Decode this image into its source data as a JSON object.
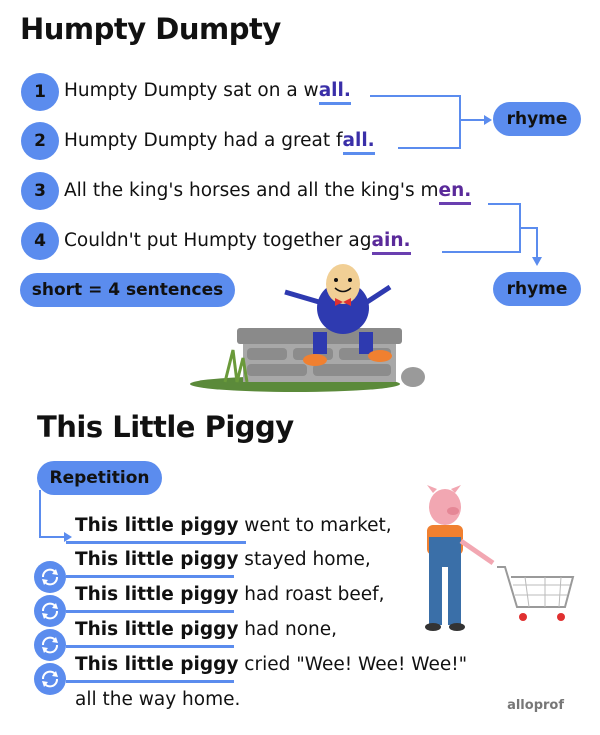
{
  "section1": {
    "title": "Humpty Dumpty",
    "lines": [
      {
        "num": "1",
        "pre": "Humpty Dumpty sat on a w",
        "rhyme": "all."
      },
      {
        "num": "2",
        "pre": "Humpty Dumpty had a great f",
        "rhyme": "all."
      },
      {
        "num": "3",
        "pre": "All the king's horses and all the king's m",
        "rhyme": "en."
      },
      {
        "num": "4",
        "pre": "Couldn't put Humpty together ag",
        "rhyme": "ain."
      }
    ],
    "rhyme_label_1": "rhyme",
    "rhyme_label_2": "rhyme",
    "short_label": "short = 4 sentences"
  },
  "section2": {
    "title": "This Little Piggy",
    "repetition_label": "Repetition",
    "repeat_phrase": "This little piggy",
    "lines": [
      " went to market,",
      " stayed home,",
      " had roast beef,",
      " had none,",
      " cried \"Wee! Wee! Wee!\""
    ],
    "last_line": "all the way home."
  },
  "logo": "alloprof",
  "colors": {
    "accent": "#5b8cee",
    "rhyme_blue": "#3a2fa8",
    "rhyme_purple": "#5a2a9a"
  }
}
